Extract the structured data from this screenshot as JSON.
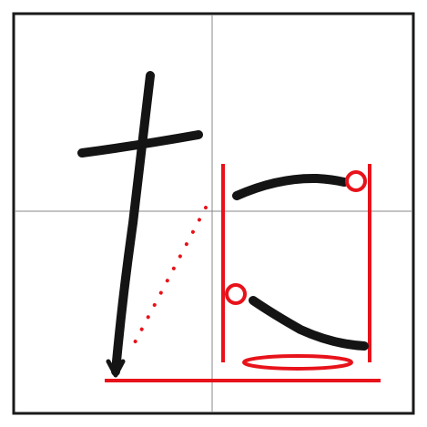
{
  "figure": {
    "character": "た",
    "colors": {
      "background": "#ffffff",
      "frame": "#1a1a1a",
      "guide_lines": "#8a8a8a",
      "stroke": "#141414",
      "annotation": "#e8121a"
    },
    "icons": {
      "start_marker": "circle-outline",
      "baseline_ellipse": "ellipse-outline"
    }
  }
}
